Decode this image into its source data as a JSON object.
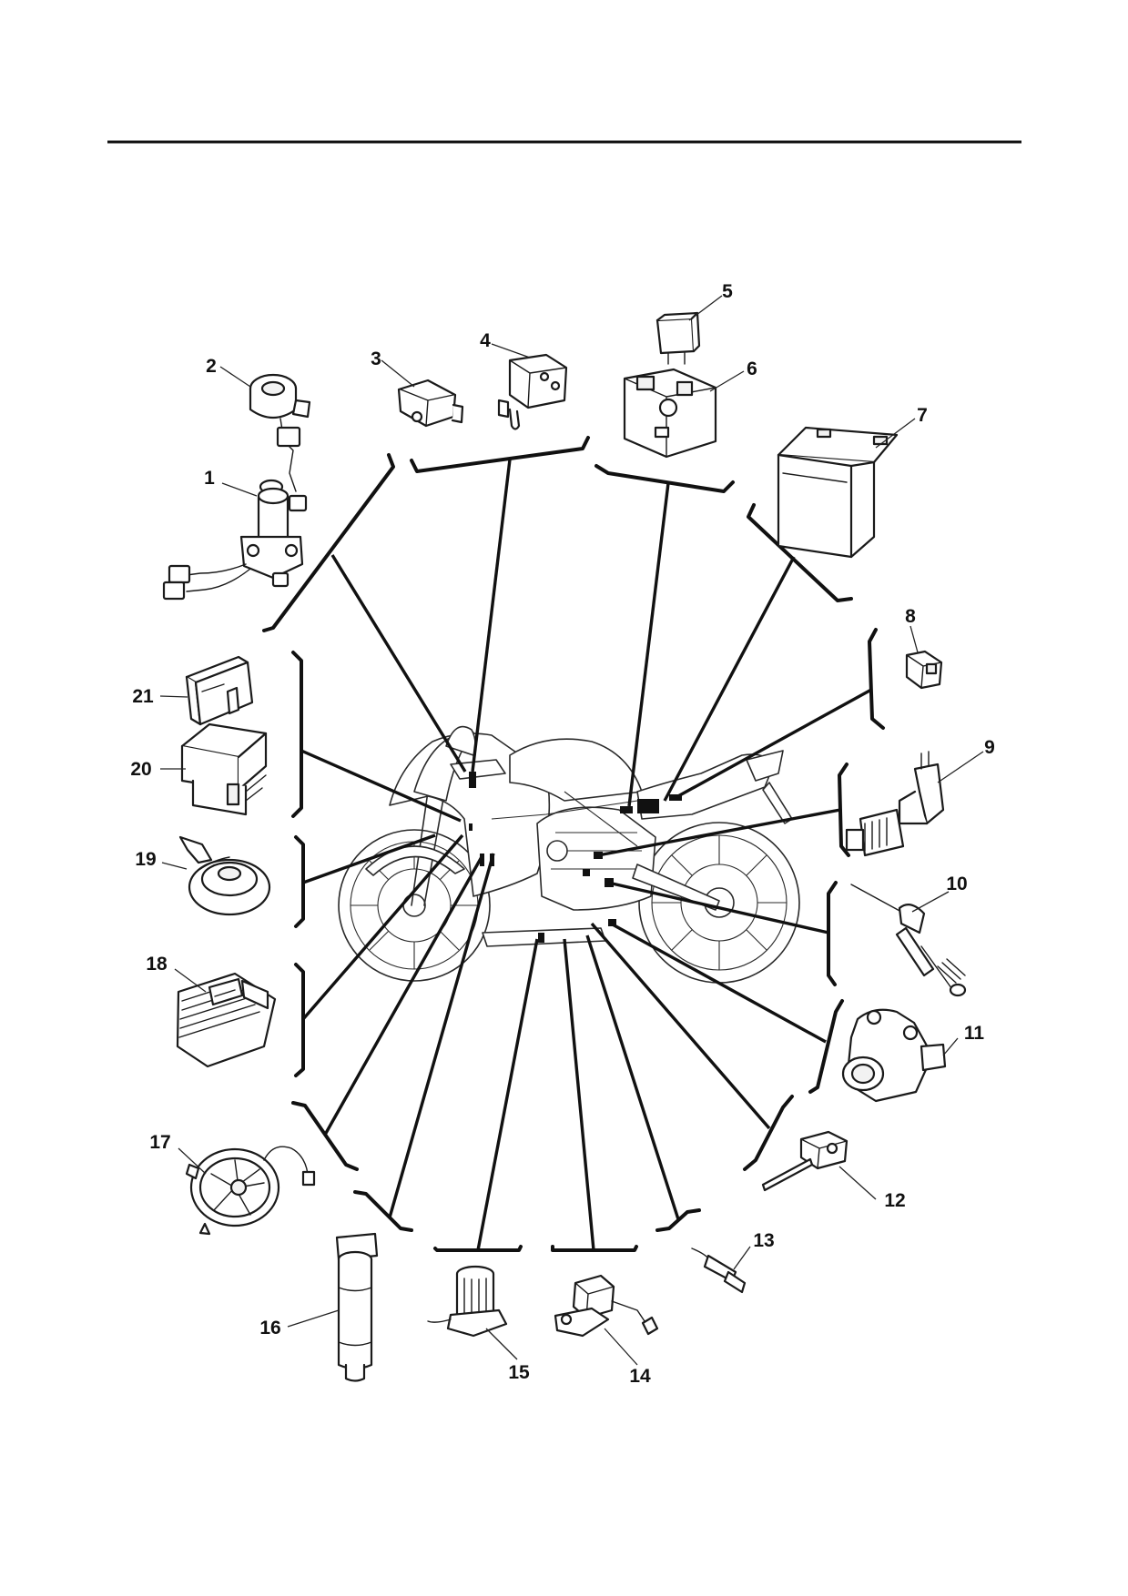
{
  "diagram": {
    "callouts": [
      {
        "number": "1"
      },
      {
        "number": "2"
      },
      {
        "number": "3"
      },
      {
        "number": "4"
      },
      {
        "number": "5"
      },
      {
        "number": "6"
      },
      {
        "number": "7"
      },
      {
        "number": "8"
      },
      {
        "number": "9"
      },
      {
        "number": "10"
      },
      {
        "number": "11"
      },
      {
        "number": "12"
      },
      {
        "number": "13"
      },
      {
        "number": "14"
      },
      {
        "number": "15"
      },
      {
        "number": "16"
      },
      {
        "number": "17"
      },
      {
        "number": "18"
      },
      {
        "number": "19"
      },
      {
        "number": "20"
      },
      {
        "number": "21"
      }
    ]
  }
}
